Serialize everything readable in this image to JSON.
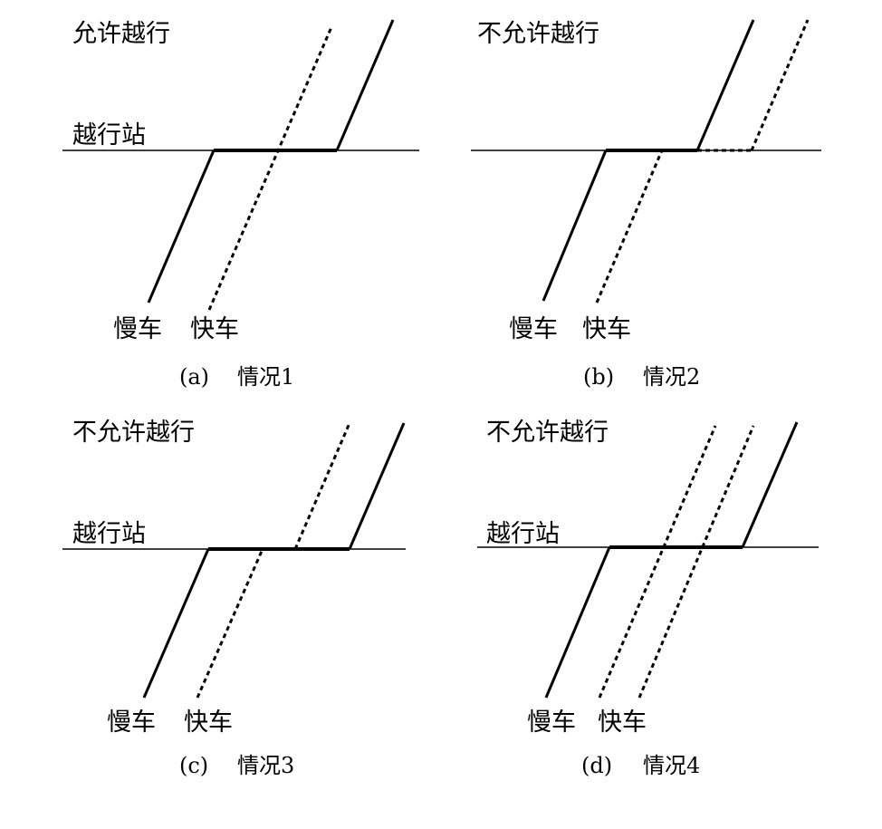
{
  "panels": [
    {
      "id": "a",
      "permission": "允许越行",
      "station_label": "越行站",
      "slow_label": "慢车",
      "fast_label": "快车",
      "caption_tag": "(a)",
      "caption_name": "情况1"
    },
    {
      "id": "b",
      "permission": "不允许越行",
      "station_label": "",
      "slow_label": "慢车",
      "fast_label": "快车",
      "caption_tag": "(b)",
      "caption_name": "情况2"
    },
    {
      "id": "c",
      "permission": "不允许越行",
      "station_label": "越行站",
      "slow_label": "慢车",
      "fast_label": "快车",
      "caption_tag": "(c)",
      "caption_name": "情况3"
    },
    {
      "id": "d",
      "permission": "不允许越行",
      "station_label": "越行站",
      "slow_label": "慢车",
      "fast_label": "快车",
      "caption_tag": "(d)",
      "caption_name": "情况4"
    }
  ]
}
